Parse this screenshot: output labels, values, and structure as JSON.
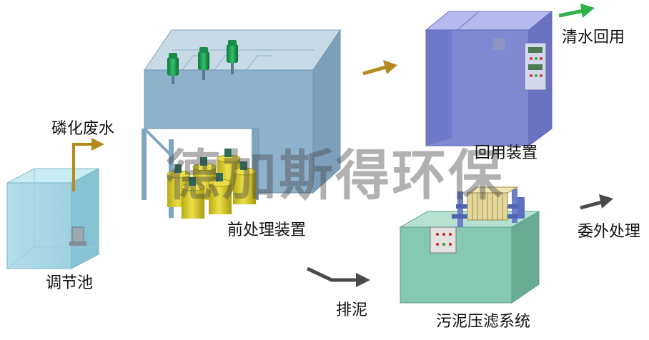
{
  "labels": {
    "phosphating_wastewater": "磷化废水",
    "equalization_tank": "调节池",
    "pretreatment_unit": "前处理装置",
    "reuse_unit": "回用装置",
    "clear_water_reuse": "清水回用",
    "sludge_discharge": "排泥",
    "sludge_filter_press": "污泥压滤系统",
    "outsourced_treatment": "委外处理"
  },
  "watermark": "德加斯得环保",
  "colors": {
    "arrow_gold": "#b58a1c",
    "arrow_green": "#2db24a",
    "arrow_gray": "#4a4a4a",
    "tank_cyan": "#a9dbe8",
    "pretreat_blue": "#8fb2cc",
    "reuse_purple": "#7e86cf",
    "filter_green": "#86c9b2",
    "dosing_yellow": "#d9cd2a"
  },
  "icons": [
    "flow-arrow-icon",
    "motor-icon",
    "dosing-tank-icon",
    "control-panel-icon",
    "pump-icon"
  ]
}
